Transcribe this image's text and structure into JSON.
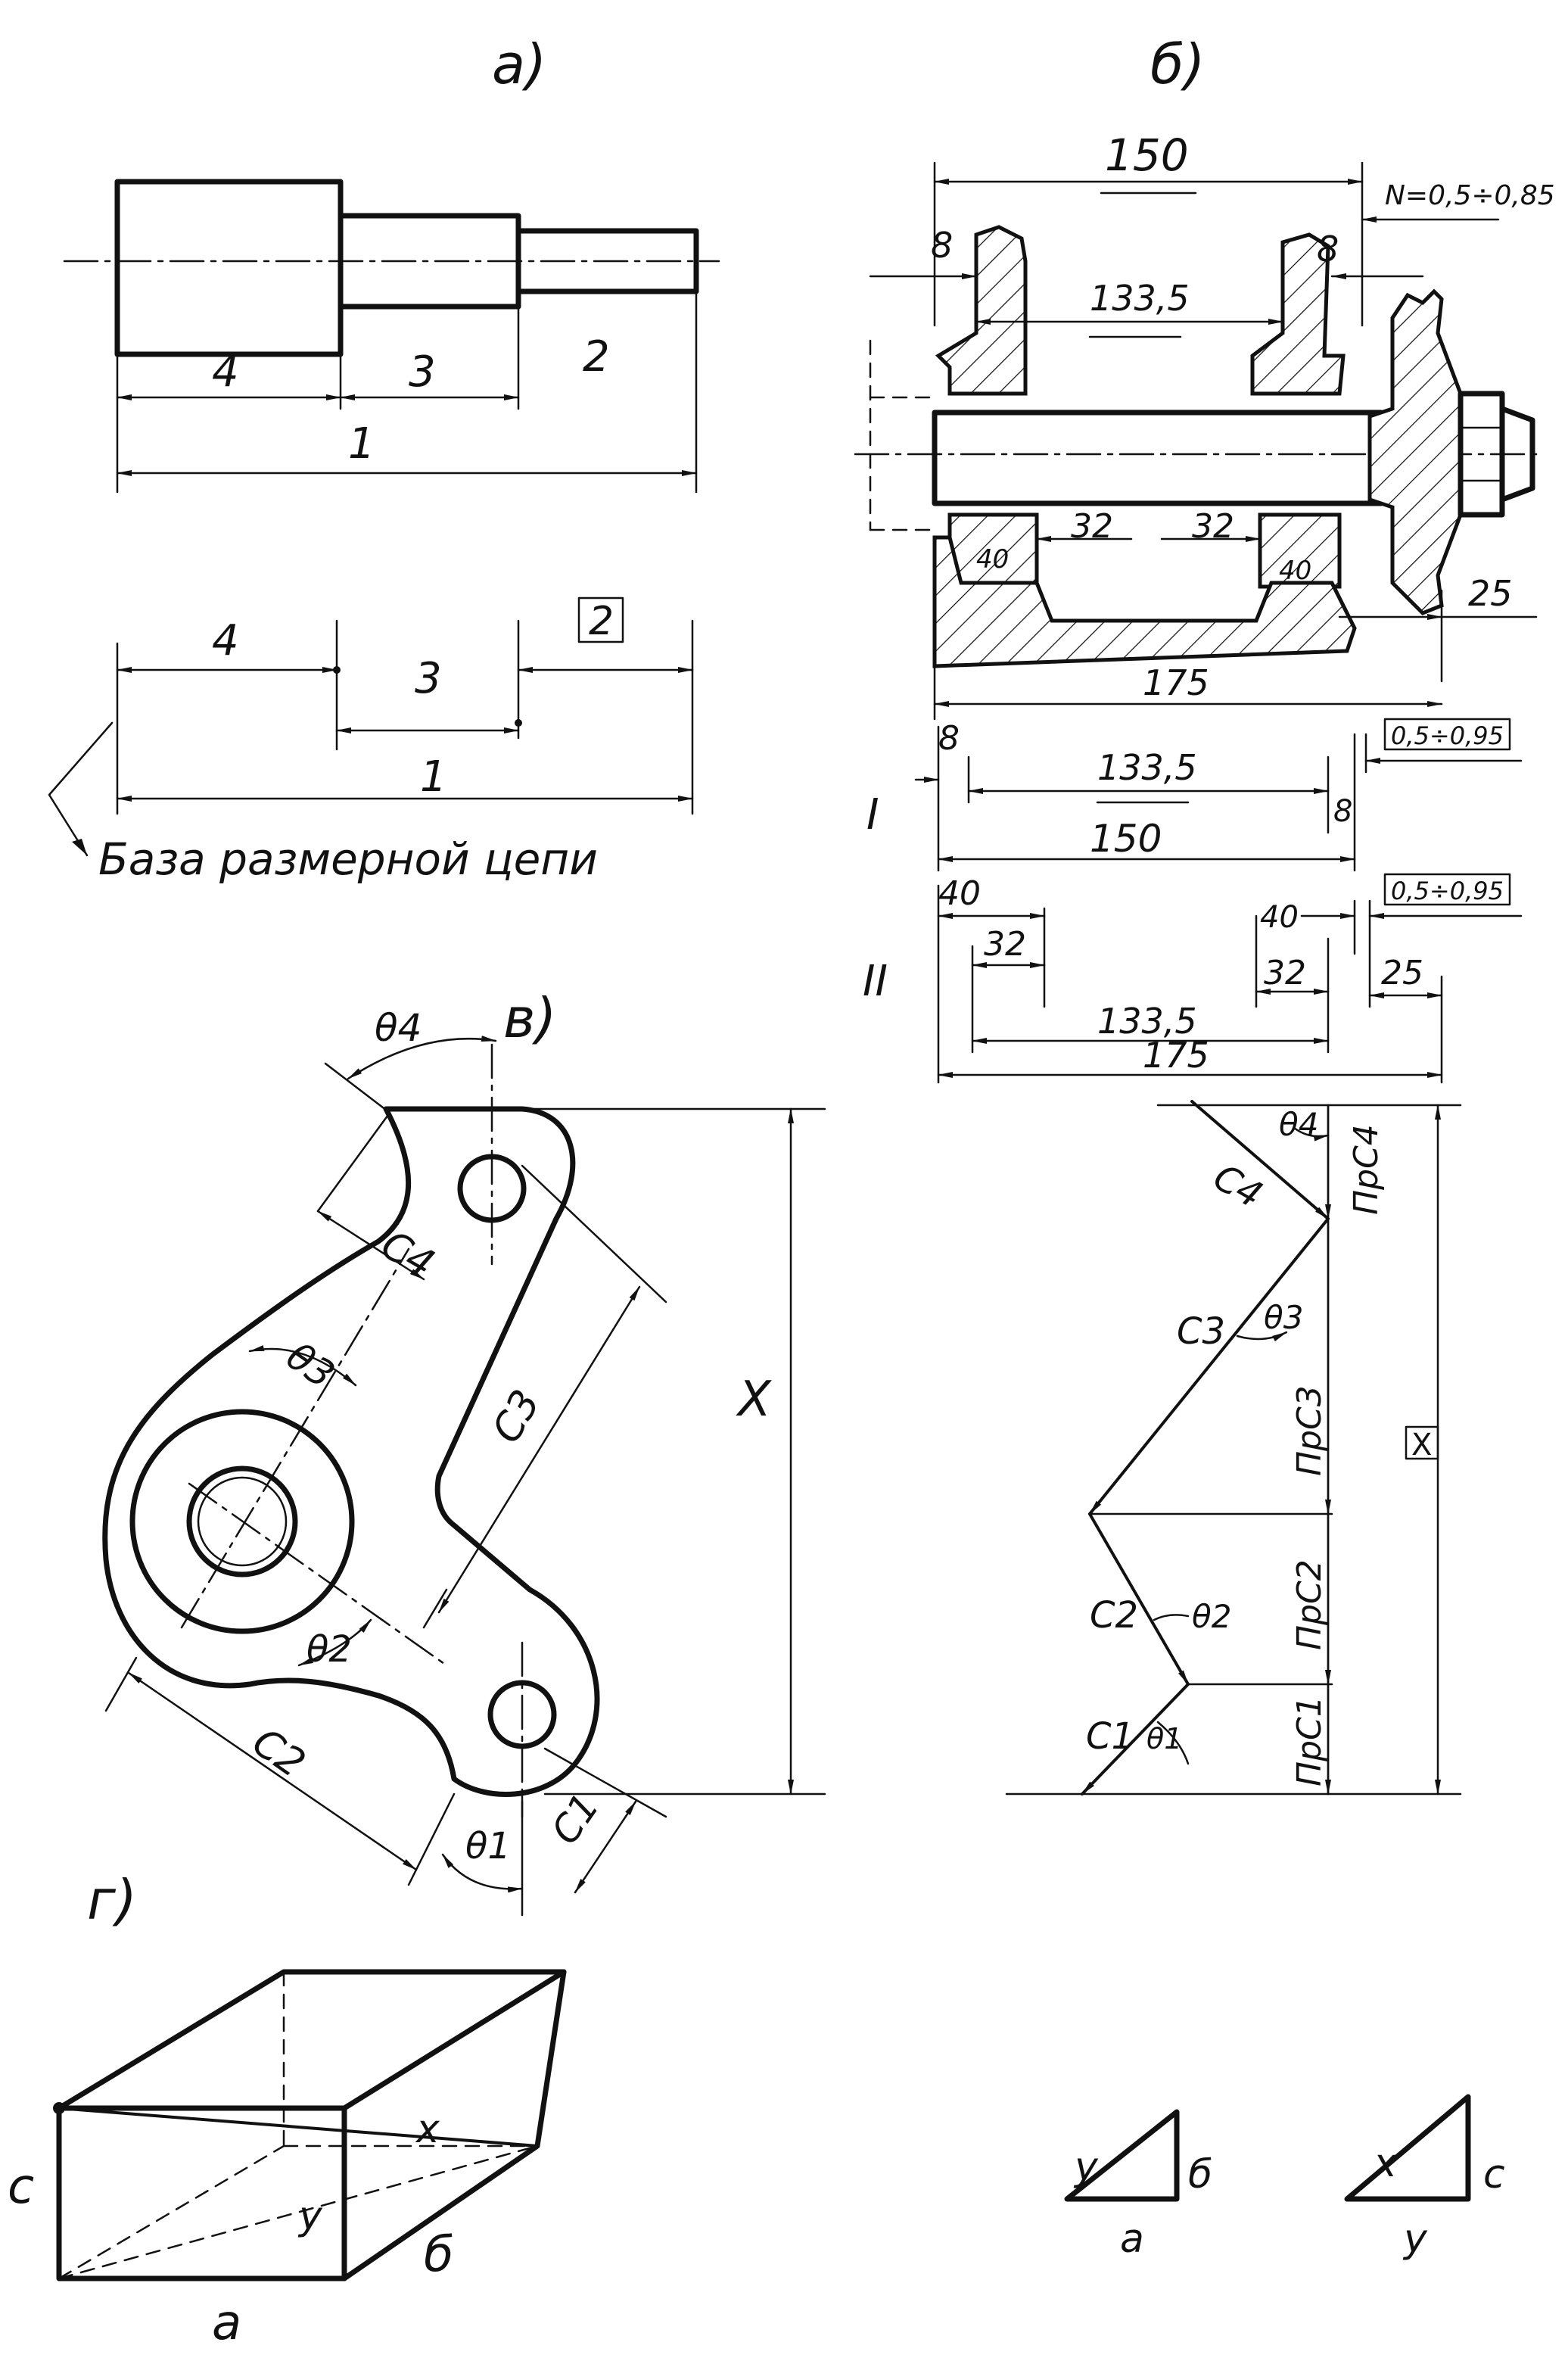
{
  "panel_labels": {
    "a": "а)",
    "b": "б)",
    "v": "в)",
    "g": "г)"
  },
  "panel_a": {
    "top_dims": [
      "4",
      "3",
      "2",
      "1"
    ],
    "chain_dims": [
      "4",
      "3",
      "2",
      "1"
    ],
    "base_label": "База размерной цепи"
  },
  "panel_b": {
    "dims": {
      "overall": "150",
      "gap": "N=0,5÷0,85",
      "left_wall": "8",
      "right_wall": "8",
      "inner": "133,5",
      "boss_left": "32",
      "boss_right": "32",
      "flange_left": "40",
      "flange_right": "40",
      "hub": "25",
      "housing": "175"
    },
    "chain_I": {
      "label": "I",
      "dims": [
        "8",
        "133,5",
        "8",
        "150"
      ],
      "closing": "0,5÷0,95"
    },
    "chain_II": {
      "label": "II",
      "dims": [
        "40",
        "32",
        "40",
        "32",
        "25",
        "133,5",
        "175"
      ],
      "closing": "0,5÷0,95"
    }
  },
  "panel_v": {
    "angles": [
      "θ4",
      "θ3",
      "θ2",
      "θ1"
    ],
    "links": [
      "C4",
      "C3",
      "C2",
      "C1"
    ],
    "closing": "X"
  },
  "vector_diagram": {
    "links": [
      "C4",
      "C3",
      "C2",
      "C1"
    ],
    "angles": [
      "θ4",
      "θ3",
      "θ2",
      "θ1"
    ],
    "projections": [
      "ПрC4",
      "ПрC3",
      "ПрC2",
      "ПрC1"
    ],
    "closing": "X"
  },
  "panel_g": {
    "edges": {
      "c": "c",
      "a": "a",
      "b": "б",
      "x": "x",
      "y": "y"
    },
    "triangle_1": {
      "hyp": "y",
      "leg_vert": "б",
      "leg_horiz": "a"
    },
    "triangle_2": {
      "hyp": "x",
      "leg_vert": "c",
      "leg_horiz": "y"
    }
  }
}
